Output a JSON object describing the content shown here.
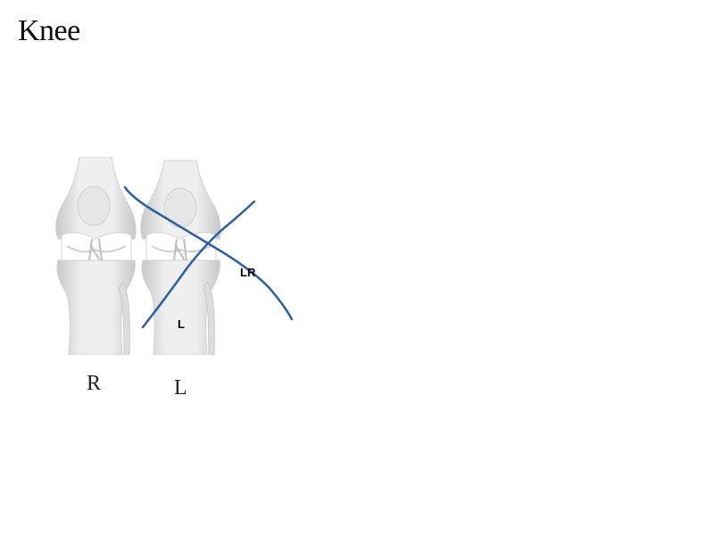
{
  "title": "Knee",
  "knees": {
    "right_label": "R",
    "left_label": "L"
  },
  "annotations": {
    "lr_mark": "LR",
    "l_mark": "L",
    "stroke_color": "#2c5fa3"
  },
  "colors": {
    "bone_light": "#f2f2f2",
    "bone_mid": "#d9d9d9",
    "bone_shadow": "#bfbfbf"
  }
}
